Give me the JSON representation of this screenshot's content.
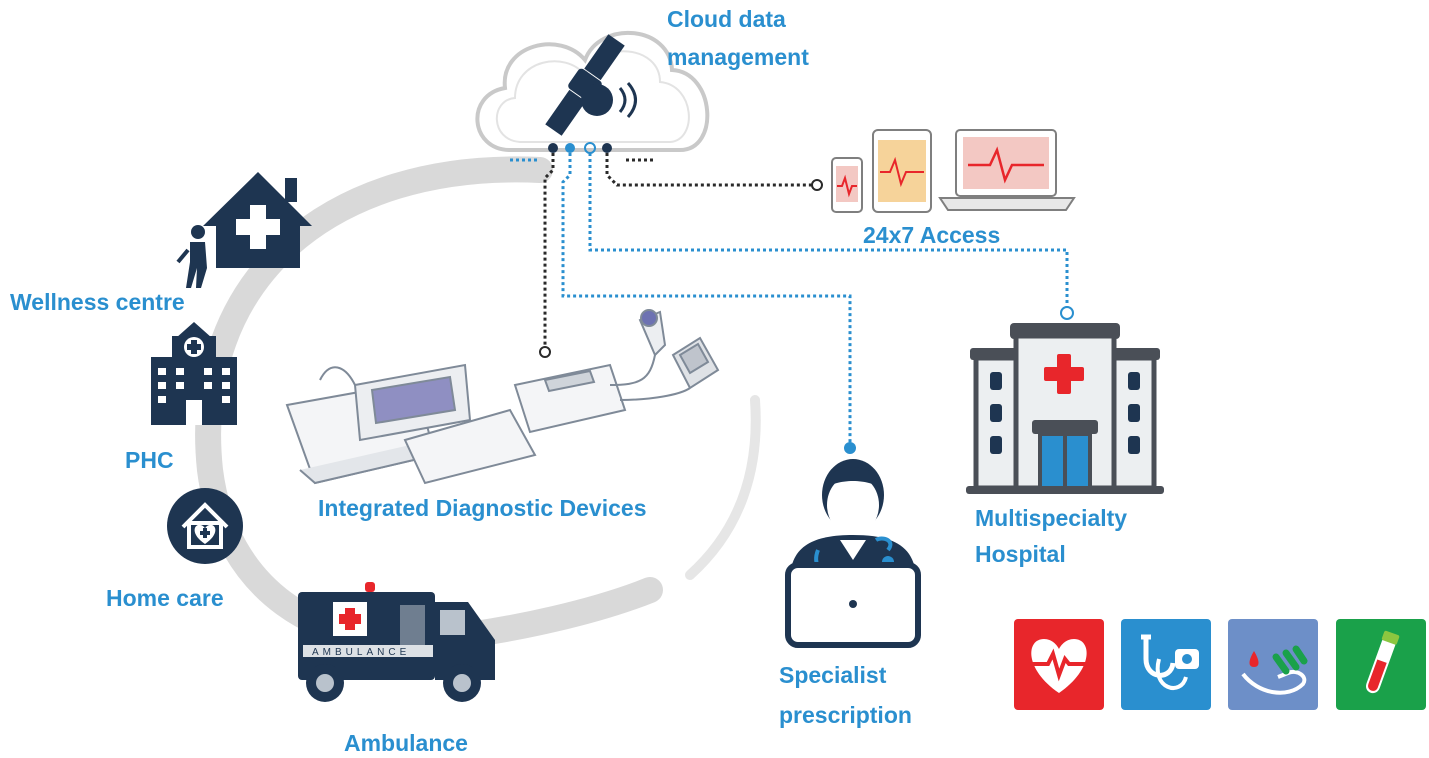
{
  "labels": {
    "cloud_line1": "Cloud data",
    "cloud_line2": "management",
    "access": "24x7 Access",
    "wellness": "Wellness centre",
    "phc": "PHC",
    "homecare": "Home care",
    "ambulance": "Ambulance",
    "devices": "Integrated Diagnostic Devices",
    "specialist_line1": "Specialist",
    "specialist_line2": "prescription",
    "hospital_line1": "Multispecialty",
    "hospital_line2": "Hospital"
  },
  "colors": {
    "accent_blue": "#2a8fcf",
    "navy": "#1e3551",
    "heart_tile": "#e8262b",
    "stethoscope_tile": "#2a8fcf",
    "glucose_tile": "#6d8fc8",
    "test_tube_tile": "#1aa14a"
  },
  "icons": [
    "cloud-satellite-icon",
    "phone-icon",
    "tablet-icon",
    "laptop-icon",
    "wellness-house-icon",
    "phc-building-icon",
    "home-care-icon",
    "ambulance-icon",
    "diagnostic-devices-icon",
    "doctor-laptop-icon",
    "hospital-icon",
    "heart-rate-icon",
    "stethoscope-icon",
    "glucose-test-icon",
    "test-tube-icon"
  ]
}
